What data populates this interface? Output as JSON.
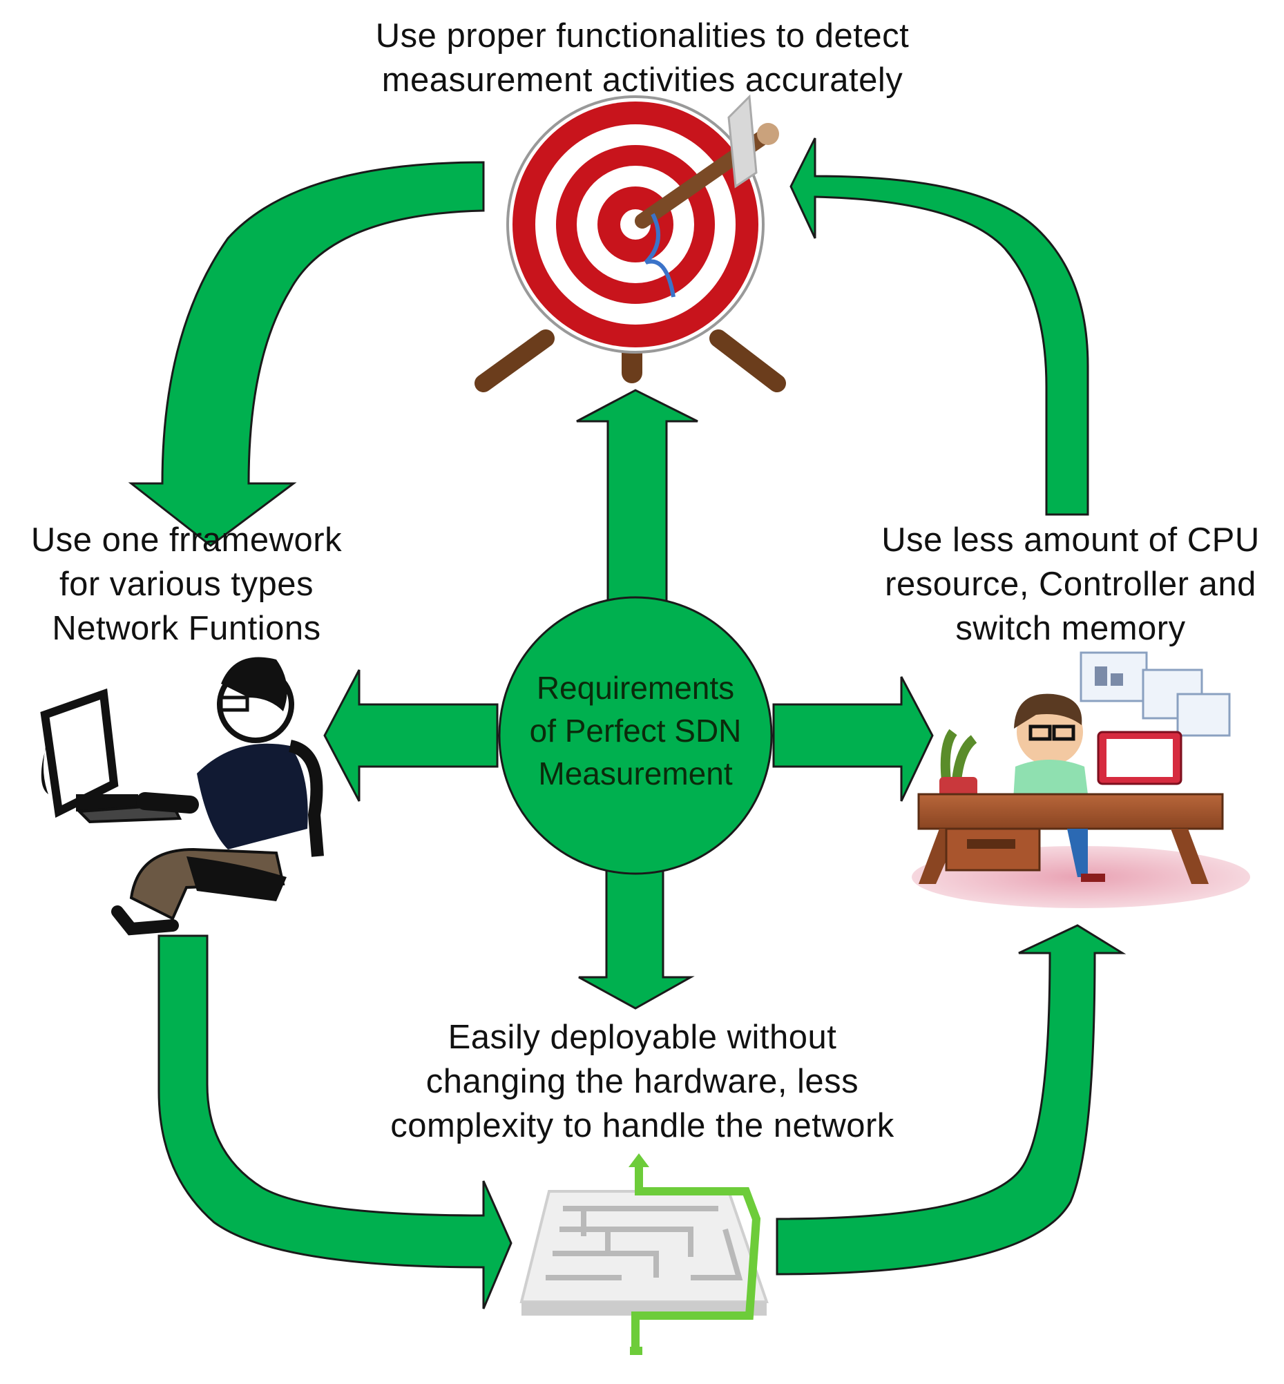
{
  "colors": {
    "arrow_fill": "#00b04f",
    "arrow_stroke": "#1a1a1a",
    "target_red": "#c8141c",
    "wood": "#7a4a26"
  },
  "center": {
    "lines": [
      "Requirements",
      "of Perfect SDN",
      "Measurement"
    ]
  },
  "requirements": {
    "top": {
      "lines": [
        "Use proper functionalities to detect",
        "measurement activities accurately"
      ],
      "icon": "target-icon"
    },
    "left": {
      "lines": [
        "Use one frramework",
        "for various types",
        "Network Funtions"
      ],
      "icon": "computer-user-icon"
    },
    "right": {
      "lines": [
        "Use less amount of CPU",
        "resource, Controller and",
        "switch memory"
      ],
      "icon": "office-worker-icon"
    },
    "bottom": {
      "lines": [
        "Easily deployable without",
        "changing the hardware, less",
        "complexity to handle the network"
      ],
      "icon": "maze-icon"
    }
  }
}
